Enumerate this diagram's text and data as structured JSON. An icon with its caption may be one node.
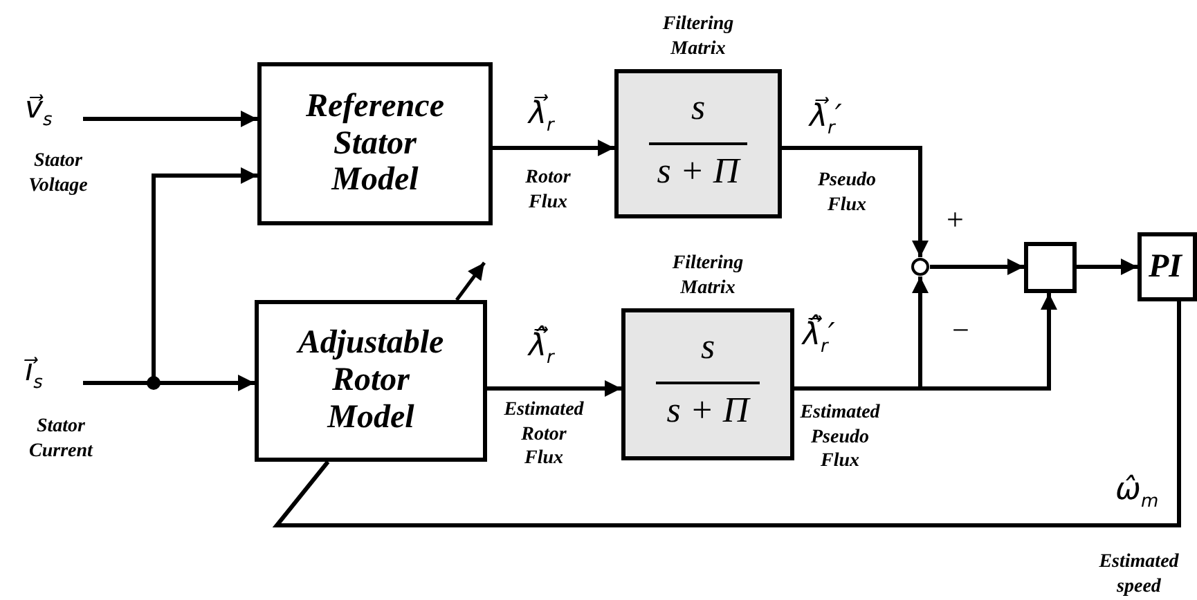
{
  "diagram": {
    "nodes": [
      {
        "text": [
          "v⃗$_{s}$"
        ],
        "beside": [
          "Stator Voltage"
        ]
      },
      {
        "text": [
          "Reference Stator Model"
        ]
      },
      {
        "text": [
          "i⃗$_{s}$"
        ],
        "beside": [
          "Stator Current"
        ]
      },
      {
        "text": [
          "Adjustable Rotor Model"
        ]
      },
      {
        "text": [
          "Filtering Matrix",
          "s",
          "s + Π"
        ]
      },
      {
        "text": [
          "Filtering Matrix",
          "s",
          "s + Π"
        ]
      },
      {
        "text": [],
        "shape": "circle",
        "beside": [
          "+",
          "−"
        ]
      },
      {
        "text": [],
        "shape": "box"
      },
      {
        "text": [
          "PI"
        ]
      }
    ],
    "edges": [
      {
        "from": 0,
        "to": 1,
        "arrow": "to"
      },
      {
        "from": 2,
        "to": 1,
        "arrow": "to"
      },
      {
        "from": 2,
        "to": 3,
        "arrow": "to"
      },
      {
        "from": 1,
        "to": 4,
        "arrow": "to",
        "label": "λ⃗$_{r}$"
      },
      {
        "from": 3,
        "to": 5,
        "arrow": "to",
        "label": "λ⃗̂$_{r}$"
      },
      {
        "from": 4,
        "to": 6,
        "arrow": "to",
        "label": "λ⃗$_{r}$′"
      },
      {
        "from": 5,
        "to": 6,
        "arrow": "to",
        "label": "λ⃗̂$_{r}$′"
      },
      {
        "from": 5,
        "to": 7,
        "arrow": "to"
      },
      {
        "from": 6,
        "to": 7,
        "arrow": "to"
      },
      {
        "from": 7,
        "to": 8,
        "arrow": "to"
      },
      {
        "from": 8,
        "to": 3,
        "arrow": "none",
        "label": "ω̂$_{m}$"
      }
    ],
    "labels": [
      "Rotor Flux",
      "Pseudo Flux",
      "Estimated Rotor Flux",
      "Estimated Pseudo Flux",
      "Estimated speed"
    ]
  }
}
